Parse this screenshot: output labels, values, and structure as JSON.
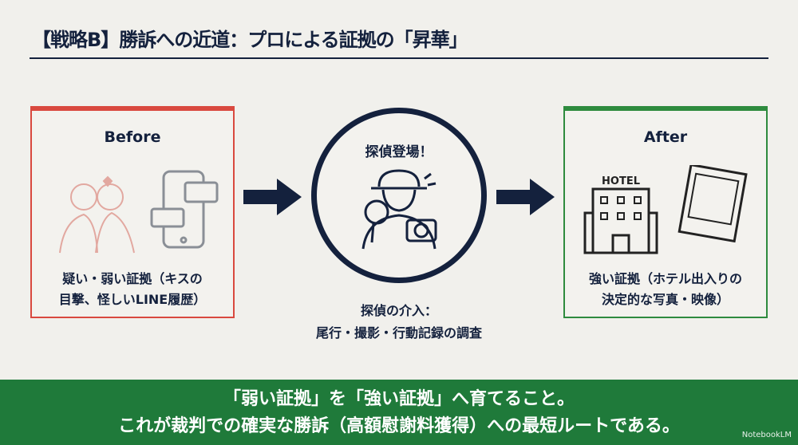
{
  "title": "【戦略B】勝訴への近道：プロによる証拠の「昇華」",
  "before": {
    "heading": "Before",
    "line1": "疑い・弱い証拠（キスの",
    "line2": "目撃、怪しいLINE履歴）"
  },
  "detective": {
    "heading": "探偵登場！",
    "line1": "探偵の介入：",
    "line2": "尾行・撮影・行動記録の調査"
  },
  "after": {
    "heading": "After",
    "hotel_sign": "HOTEL",
    "line1": "強い証拠（ホテル出入りの",
    "line2": "決定的な写真・映像）"
  },
  "banner": {
    "line1": "「弱い証拠」を「強い証拠」へ育てること。",
    "line2": "これが裁判での確実な勝訴（高額慰謝料獲得）への最短ルートである。"
  },
  "watermark": "NotebookLM",
  "colors": {
    "navy": "#14213d",
    "red": "#d9493f",
    "green": "#2e8b3e",
    "banner": "#1f7a3a"
  }
}
